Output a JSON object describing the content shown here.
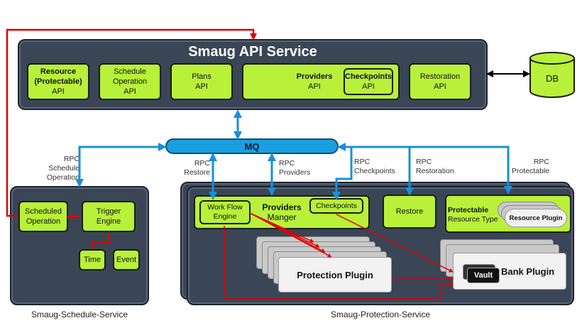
{
  "api_service": {
    "title": "Smaug API Service",
    "resource": {
      "line1": "Resource",
      "line2": "(Protectable)",
      "line3": "API"
    },
    "schedule": {
      "line1": "Schedule",
      "line2": "Operation",
      "line3": "API"
    },
    "plans": {
      "line1": "Plans",
      "line2": "API"
    },
    "providers": {
      "line1": "Providers",
      "line2": "API"
    },
    "checkpoints": {
      "line1": "Checkpoints",
      "line2": "API"
    },
    "restoration": {
      "line1": "Restoration",
      "line2": "API"
    }
  },
  "db": {
    "label": "DB"
  },
  "mq": {
    "label": "MQ"
  },
  "rpc_labels": {
    "schedule": [
      "RPC",
      "Schedule",
      "Operation"
    ],
    "restore": [
      "RPC",
      "Restore"
    ],
    "providers": [
      "RPC",
      "Providers"
    ],
    "checkpoints": [
      "RPC",
      "Checkpoints"
    ],
    "restoration": [
      "RPC",
      "Restoration"
    ],
    "protectable": [
      "RPC",
      "Protectable"
    ]
  },
  "schedule_service": {
    "caption": "Smaug-Schedule-Service",
    "scheduled_operation": {
      "line1": "Scheduled",
      "line2": "Operation"
    },
    "trigger_engine": {
      "line1": "Trigger",
      "line2": "Engine"
    },
    "time": "Time",
    "event": "Event"
  },
  "protection_service": {
    "caption": "Smaug-Protection-Service",
    "providers_manager": {
      "line1": "Providers",
      "line2": "Manger"
    },
    "workflow_engine": {
      "line1": "Work Flow",
      "line2": "Engine"
    },
    "checkpoints": "Checkpoints",
    "restore": "Restore",
    "protectable_resource_type": {
      "line1": "Protectable",
      "line2": "Resource Type"
    },
    "resource_plugin": "Resource Plugin",
    "protection_plugin": "Protection Plugin",
    "bank_plugin": "Bank Plugin",
    "vault": "Vault"
  },
  "colors": {
    "panel": "#3a4556",
    "box": "#b8f03a",
    "mq": "#1aa0e0",
    "red_arrow": "#e00000",
    "blue_arrow": "#1a8fd8"
  }
}
